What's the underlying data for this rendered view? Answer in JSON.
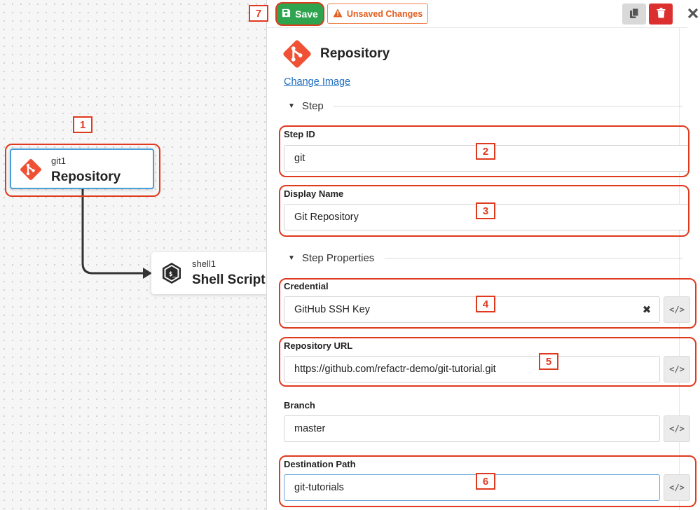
{
  "canvas": {
    "nodes": [
      {
        "id": "git1",
        "title": "Repository",
        "icon": "git-icon"
      },
      {
        "id": "shell1",
        "title": "Shell Script",
        "icon": "bash-icon"
      }
    ]
  },
  "toolbar": {
    "save_label": "Save",
    "unsaved_label": "Unsaved Changes",
    "copy_icon": "copy-icon",
    "delete_icon": "trash-icon",
    "close_icon": "close-icon"
  },
  "step": {
    "title": "Repository",
    "change_image_label": "Change Image",
    "section_step": "Step",
    "section_properties": "Step Properties"
  },
  "fields": {
    "step_id": {
      "label": "Step ID",
      "value": "git"
    },
    "display_name": {
      "label": "Display Name",
      "value": "Git Repository"
    },
    "credential": {
      "label": "Credential",
      "value": "GitHub SSH Key"
    },
    "repository_url": {
      "label": "Repository URL",
      "value": "https://github.com/refactr-demo/git-tutorial.git"
    },
    "branch": {
      "label": "Branch",
      "value": "master"
    },
    "destination_path": {
      "label": "Destination Path",
      "value": "git-tutorials"
    }
  },
  "annotations": [
    "1",
    "2",
    "3",
    "4",
    "5",
    "6",
    "7"
  ],
  "colors": {
    "accent_red": "#e03a1e",
    "save_green": "#2ea44f",
    "unsaved_orange": "#e35d1f",
    "git_orange": "#f05033",
    "link_blue": "#1f6fc0",
    "delete_red": "#dc3030"
  }
}
